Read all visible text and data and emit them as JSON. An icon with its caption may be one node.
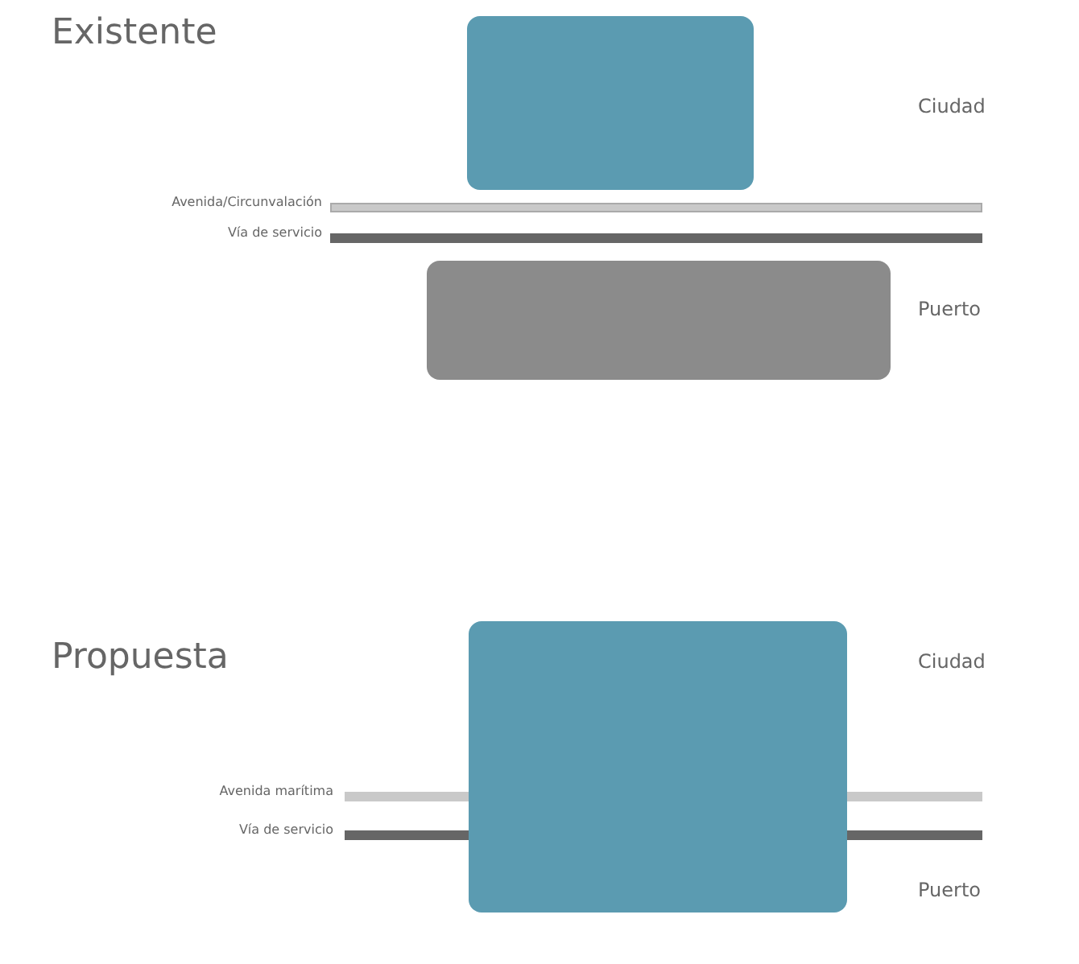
{
  "diagram": {
    "nodes": [
      {
        "text": [],
        "shape": "box"
      },
      {
        "text": [],
        "shape": "box"
      },
      {
        "text": [],
        "shape": "box"
      }
    ],
    "labels": [
      "Existente",
      "Ciudad",
      "Avenida/Circunvalación",
      "Vía de servicio",
      "Puerto",
      "Propuesta",
      "Ciudad",
      "Avenida marítima",
      "Vía de servicio",
      "Puerto"
    ]
  }
}
